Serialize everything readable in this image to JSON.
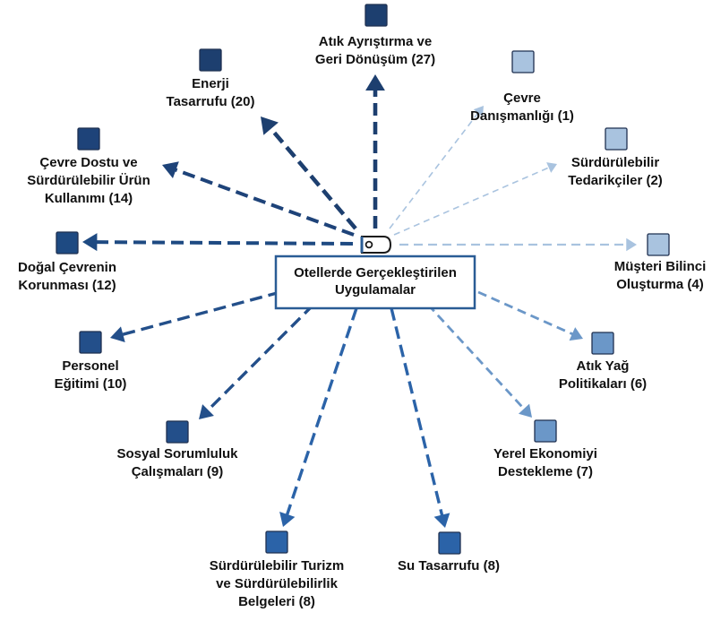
{
  "center": {
    "lines": [
      "Otellerde Gerçekleştirilen",
      "Uygulamalar"
    ]
  },
  "colors": {
    "count_1": "#a9c3df",
    "count_2": "#a9c3df",
    "count_4": "#a9c3df",
    "count_6": "#6b97c8",
    "count_7": "#6b97c8",
    "count_8": "#2b63a8",
    "count_9": "#234f8a",
    "count_10": "#234f8a",
    "count_12": "#1e4a82",
    "count_14": "#1e4379",
    "count_20": "#1d3f6f",
    "count_27": "#1d3f6f",
    "node_border": "#1f3050",
    "center_border": "#2a5c95"
  },
  "nodes": [
    {
      "id": "atik-ayristirma",
      "lines": [
        "Atık Ayrıştırma ve",
        "Geri Dönüşüm (27)"
      ],
      "count": 27
    },
    {
      "id": "cevre-danismanligi",
      "lines": [
        "Çevre",
        "Danışmanlığı (1)"
      ],
      "count": 1
    },
    {
      "id": "surdurulebilir-tedarikciler",
      "lines": [
        "Sürdürülebilir",
        "Tedarikçiler (2)"
      ],
      "count": 2
    },
    {
      "id": "musteri-bilinci",
      "lines": [
        "Müşteri Bilinci",
        "Oluşturma (4)"
      ],
      "count": 4
    },
    {
      "id": "atik-yag",
      "lines": [
        "Atık Yağ",
        "Politikaları (6)"
      ],
      "count": 6
    },
    {
      "id": "yerel-ekonomi",
      "lines": [
        "Yerel Ekonomiyi",
        "Destekleme (7)"
      ],
      "count": 7
    },
    {
      "id": "su-tasarrufu",
      "lines": [
        "Su Tasarrufu (8)"
      ],
      "count": 8
    },
    {
      "id": "surdurulebilir-turizm",
      "lines": [
        "Sürdürülebilir Turizm",
        "ve Sürdürülebilirlik",
        "Belgeleri (8)"
      ],
      "count": 8
    },
    {
      "id": "sosyal-sorumluluk",
      "lines": [
        "Sosyal Sorumluluk",
        "Çalışmaları (9)"
      ],
      "count": 9
    },
    {
      "id": "personel-egitimi",
      "lines": [
        "Personel",
        "Eğitimi (10)"
      ],
      "count": 10
    },
    {
      "id": "dogal-cevre",
      "lines": [
        "Doğal Çevrenin",
        "Korunması (12)"
      ],
      "count": 12
    },
    {
      "id": "cevre-dostu",
      "lines": [
        "Çevre Dostu ve",
        "Sürdürülebilir Ürün",
        "Kullanımı (14)"
      ],
      "count": 14
    },
    {
      "id": "enerji-tasarrufu",
      "lines": [
        "Enerji",
        "Tasarrufu (20)"
      ],
      "count": 20
    }
  ]
}
